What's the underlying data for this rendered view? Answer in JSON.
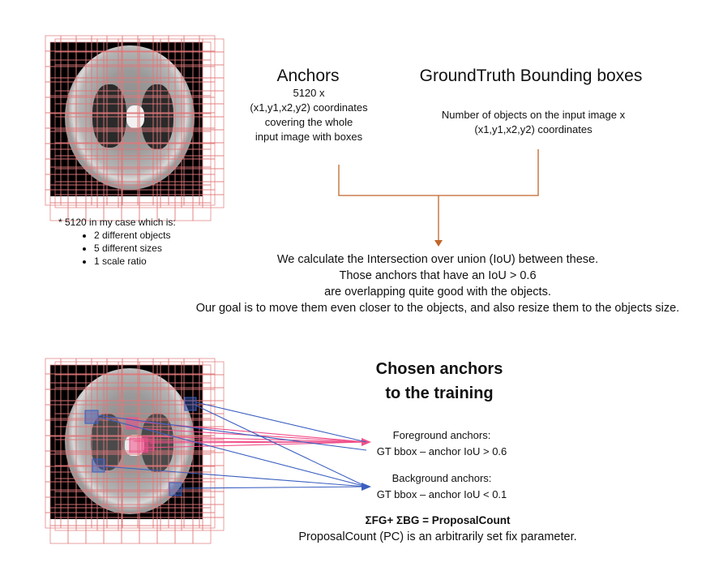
{
  "anchors": {
    "title": "Anchors",
    "lines": [
      "5120  x",
      "(x1,y1,x2,y2) coordinates",
      "covering the whole",
      "input image with boxes"
    ]
  },
  "groundtruth": {
    "title": "GroundTruth Bounding boxes",
    "lines": [
      "Number of objects on the input image x",
      "(x1,y1,x2,y2) coordinates"
    ]
  },
  "note": {
    "heading": "* 5120 in my case which is:",
    "items": [
      "2 different objects",
      "5 different sizes",
      "1 scale ratio"
    ]
  },
  "iou_text": {
    "lines": [
      "We calculate the Intersection over union (IoU) between these.",
      "Those anchors that have an IoU > 0.6",
      "are overlapping quite good with the objects.",
      "Our goal is to move them even closer to the objects, and also resize them to the objects size."
    ]
  },
  "chosen": {
    "title_line1": "Chosen anchors",
    "title_line2": "to the training"
  },
  "foreground": {
    "label": "Foreground anchors:",
    "criterion": "GT bbox – anchor IoU > 0.6",
    "color": "#f0508a"
  },
  "background": {
    "label": "Background anchors:",
    "criterion": "GT bbox – anchor IoU < 0.1",
    "color": "#3a5fc0"
  },
  "summary": {
    "formula": "ΣFG+ ΣBG = ProposalCount",
    "description": "ProposalCount (PC) is an arbitrarily set fix parameter."
  },
  "colors": {
    "anchor_grid": "#e0787a",
    "bracket_arrow": "#c0662a"
  }
}
